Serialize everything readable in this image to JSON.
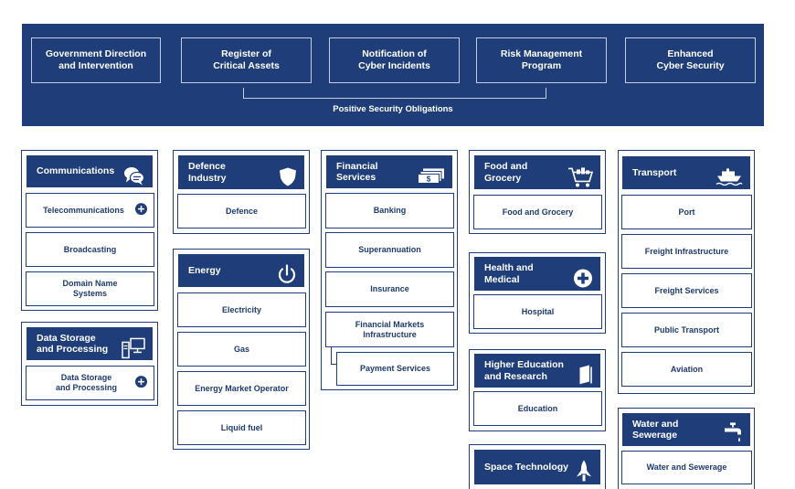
{
  "banner": {
    "obligations": [
      "Government Direction\nand Intervention",
      "Register of\nCritical Assets",
      "Notification of\nCyber Incidents",
      "Risk Management\nProgram",
      "Enhanced\nCyber Security"
    ],
    "footer": "Positive Security Obligations"
  },
  "sectors": {
    "communications": {
      "title": "Communications",
      "icon": "chat-bubbles-icon",
      "items": [
        "Telecommunications",
        "Broadcasting",
        "Domain Name\nSystems"
      ]
    },
    "data_storage": {
      "title": "Data Storage\nand Processing",
      "icon": "computer-icon",
      "items": [
        "Data Storage\nand Processing"
      ]
    },
    "defence": {
      "title": "Defence\nIndustry",
      "icon": "shield-icon",
      "items": [
        "Defence"
      ]
    },
    "energy": {
      "title": "Energy",
      "icon": "power-icon",
      "items": [
        "Electricity",
        "Gas",
        "Energy Market Operator",
        "Liquid fuel"
      ]
    },
    "financial": {
      "title": "Financial\nServices",
      "icon": "banknotes-icon",
      "items": [
        "Banking",
        "Superannuation",
        "Insurance",
        "Financial Markets\nInfrastructure",
        "Payment Services"
      ]
    },
    "food": {
      "title": "Food and\nGrocery",
      "icon": "shopping-cart-icon",
      "items": [
        "Food and Grocery"
      ]
    },
    "health": {
      "title": "Health and\nMedical",
      "icon": "medical-cross-icon",
      "items": [
        "Hospital"
      ]
    },
    "higher_ed": {
      "title": "Higher Education\nand Research",
      "icon": "book-icon",
      "items": [
        "Education"
      ]
    },
    "space": {
      "title": "Space Technology",
      "icon": "rocket-icon",
      "items": []
    },
    "transport": {
      "title": "Transport",
      "icon": "ship-icon",
      "items": [
        "Port",
        "Freight Infrastructure",
        "Freight Services",
        "Public Transport",
        "Aviation"
      ]
    },
    "water": {
      "title": "Water and\nSewerage",
      "icon": "water-tap-icon",
      "items": [
        "Water and Sewerage"
      ]
    }
  },
  "colors": {
    "navy": "#1f3d78",
    "border_light": "#c4cee3",
    "text": "#1e3a6e"
  },
  "expand_icon": "plus-circle-icon"
}
